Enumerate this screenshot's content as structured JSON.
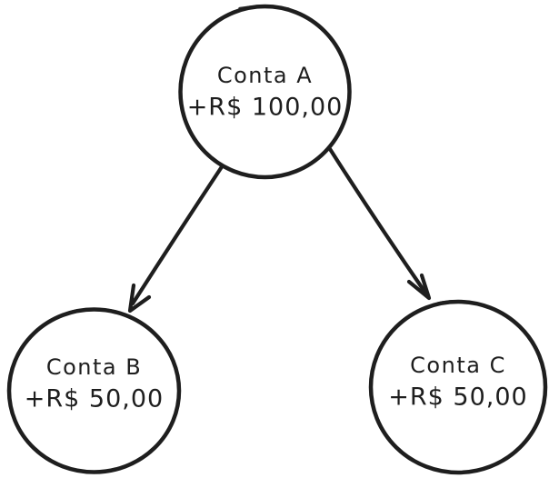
{
  "diagram": {
    "background_color": "#ffffff",
    "stroke_color": "#1e1e1e",
    "text_color": "#1e1e1e",
    "nodes": [
      {
        "id": "conta-a",
        "label": "Conta A",
        "amount": "+R$ 100,00"
      },
      {
        "id": "conta-b",
        "label": "Conta B",
        "amount": "+R$ 50,00"
      },
      {
        "id": "conta-c",
        "label": "Conta C",
        "amount": "+R$ 50,00"
      }
    ],
    "edges": [
      {
        "from": "conta-a",
        "to": "conta-b",
        "type": "arrow"
      },
      {
        "from": "conta-a",
        "to": "conta-c",
        "type": "arrow"
      }
    ]
  }
}
